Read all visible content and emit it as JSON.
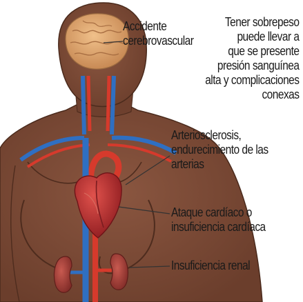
{
  "labels": {
    "stroke": [
      "Accidente",
      "cerebrovascular"
    ],
    "overweight_note": [
      "Tener sobrepeso",
      "puede llevar a",
      "que se presente",
      "presión sanguínea",
      "alta y complicaciones",
      "conexas"
    ],
    "atherosclerosis": [
      "Arteriosclerosis,",
      "endurecimiento de las",
      "arterias"
    ],
    "heart": [
      "Ataque cardíaco o",
      "insuficiencia cardíaca"
    ],
    "kidney": [
      "Insuficiencia renal"
    ]
  },
  "colors": {
    "body": "#7a4a36",
    "body_edge": "#4a2a1c",
    "belly_fold": "#6a3d2b",
    "brain": "#d9a06b",
    "artery": "#d63a2c",
    "vein": "#2f6fc2",
    "heart": "#b8282c",
    "kidney": "#a23a34",
    "leader": "#333333"
  }
}
